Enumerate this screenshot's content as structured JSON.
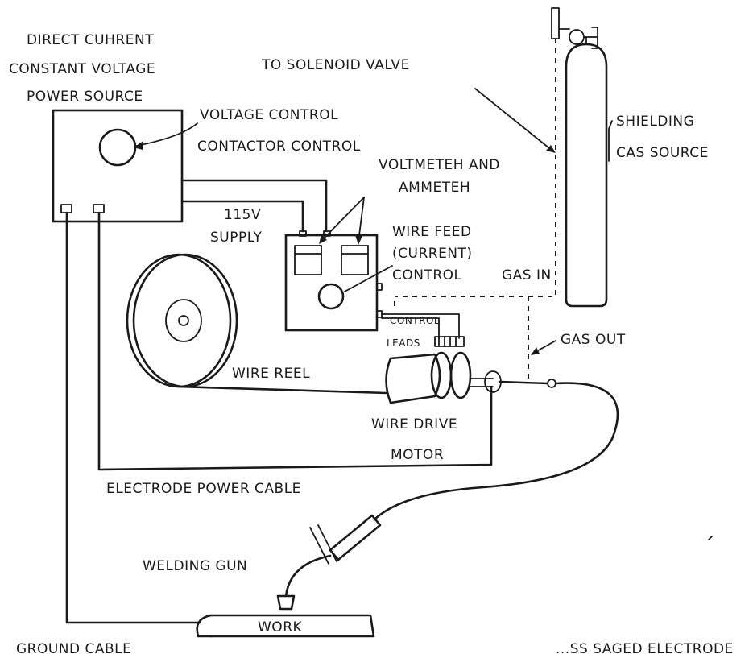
{
  "labels": {
    "power_source_line1": "DIRECT CUHRENT",
    "power_source_line2": "CONSTANT VOLTAGE",
    "power_source_line3": "POWER SOURCE",
    "to_solenoid": "TO SOLENOID VALVE",
    "voltage_control": "VOLTAGE CONTROL",
    "contactor_control": "CONTACTOR CONTROL",
    "voltmeter_line1": "VOLTMETEH AND",
    "voltmeter_line2": "AMMETEH",
    "shielding_line1": "SHIELDING",
    "shielding_line2": "CAS SOURCE",
    "supply_line1": "115V",
    "supply_line2": "SUPPLY",
    "wire_feed_line1": "WIRE FEED",
    "wire_feed_line2": "(CURRENT)",
    "wire_feed_line3": "CONTROL",
    "gas_in": "GAS IN",
    "control_leads_line1": "CONTROL",
    "control_leads_line2": "LEADS",
    "gas_out": "GAS OUT",
    "wire_reel": "WIRE REEL",
    "wire_drive_line1": "WIRE DRIVE",
    "wire_drive_line2": "MOTOR",
    "electrode_cable": "ELECTRODE POWER CABLE",
    "welding_gun": "WELDING GUN",
    "work": "WORK",
    "ground_cable": "GROUND CABLE",
    "bottom_right_fragment": "...SS SAGED ELECTRODE"
  }
}
